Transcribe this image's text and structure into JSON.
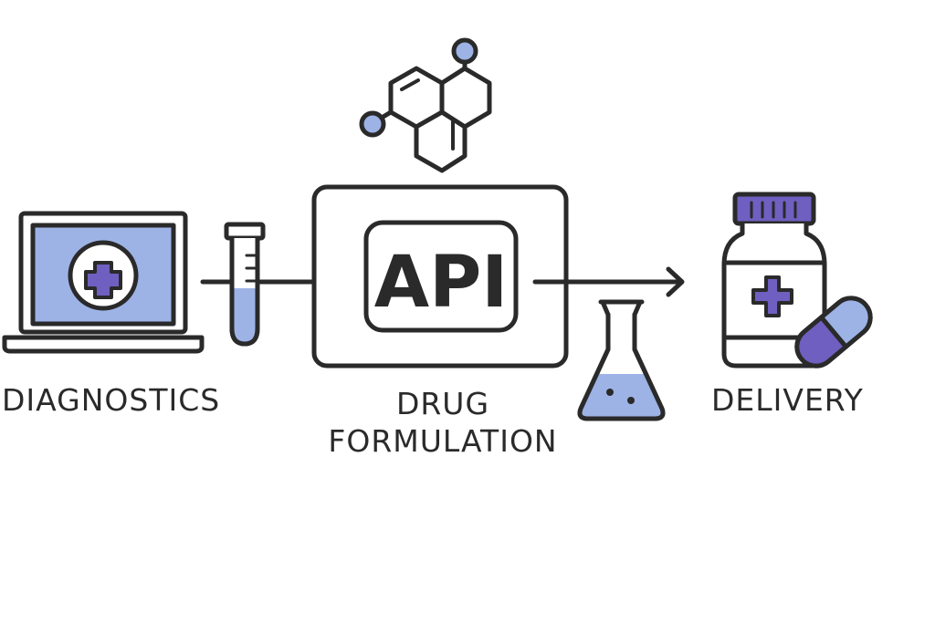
{
  "stages": {
    "diagnostics": {
      "label": "DIAGNOSTICS"
    },
    "formulation": {
      "label_line1": "DRUG",
      "label_line2": "FORMULATION",
      "box_text": "API"
    },
    "delivery": {
      "label": "DELIVERY"
    }
  },
  "colors": {
    "stroke": "#2a2a2a",
    "fill_light": "#9db3e6",
    "fill_dark": "#6f5fc0",
    "background": "#ffffff"
  },
  "icons": [
    "laptop-medical-icon",
    "test-tube-icon",
    "molecule-icon",
    "flask-icon",
    "medicine-bottle-icon",
    "capsule-icon",
    "arrow-right-icon"
  ]
}
